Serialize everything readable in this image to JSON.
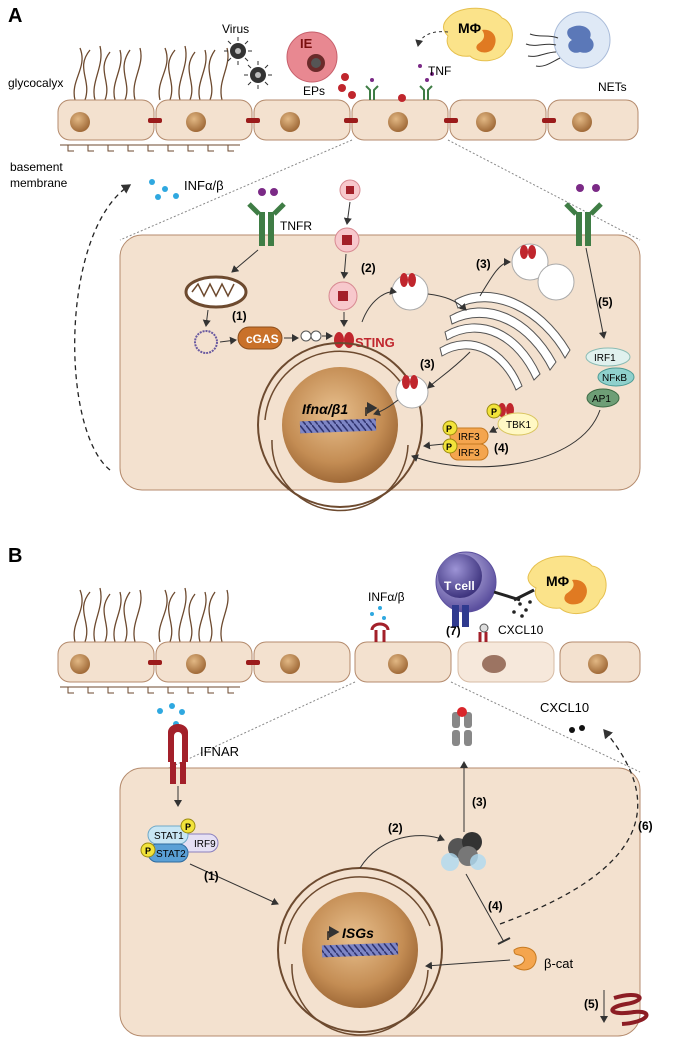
{
  "panelA": {
    "label": "A",
    "glycocalyx": "glycocalyx",
    "basement": [
      "basement",
      "membrane"
    ],
    "virus": "Virus",
    "ie": "IE",
    "eps": "EPs",
    "tnf": "TNF",
    "mphi": "MΦ",
    "nets": "NETs",
    "inf": "INFα/β",
    "tnfr": "TNFR",
    "cgas": "cGAS",
    "sting": "STING",
    "tbk1": "TBK1",
    "irf3": "IRF3",
    "p": "P",
    "irf1": "IRF1",
    "nfkb": "NFκB",
    "ap1": "AP1",
    "gene_italic": "Ifnα/β1",
    "steps": {
      "s1": "(1)",
      "s2": "(2)",
      "s3a": "(3)",
      "s3b": "(3)",
      "s4": "(4)",
      "s5": "(5)"
    }
  },
  "panelB": {
    "label": "B",
    "inf": "INFα/β",
    "tcell": "T cell",
    "mphi": "MΦ",
    "cxcl10_small": "CXCL10",
    "cxcl10": "CXCL10",
    "ifnar": "IFNAR",
    "stat1": "STAT1",
    "stat2": "STAT2",
    "irf9": "IRF9",
    "p": "P",
    "isgs": "ISGs",
    "bcat": "β-cat",
    "steps": {
      "s1": "(1)",
      "s2": "(2)",
      "s3": "(3)",
      "s4": "(4)",
      "s5": "(5)",
      "s6": "(6)",
      "s7": "(7)"
    }
  },
  "colors": {
    "cell_fill": "#f3e1cf",
    "cell_stroke": "#b48a6c",
    "nucleus": "#c9945c",
    "junction": "#9b1b1b",
    "receptor_green": "#3f7d45",
    "receptor_red": "#a3202a",
    "sting_red": "#c0262d",
    "cgas": "#c9712a",
    "phospho": "#f2e33a",
    "irf3": "#f4a54e",
    "ie": "#e88891",
    "mphi": "#fbe38a",
    "tcell": "#7a6fb3",
    "interferon": "#2fa8e0"
  }
}
